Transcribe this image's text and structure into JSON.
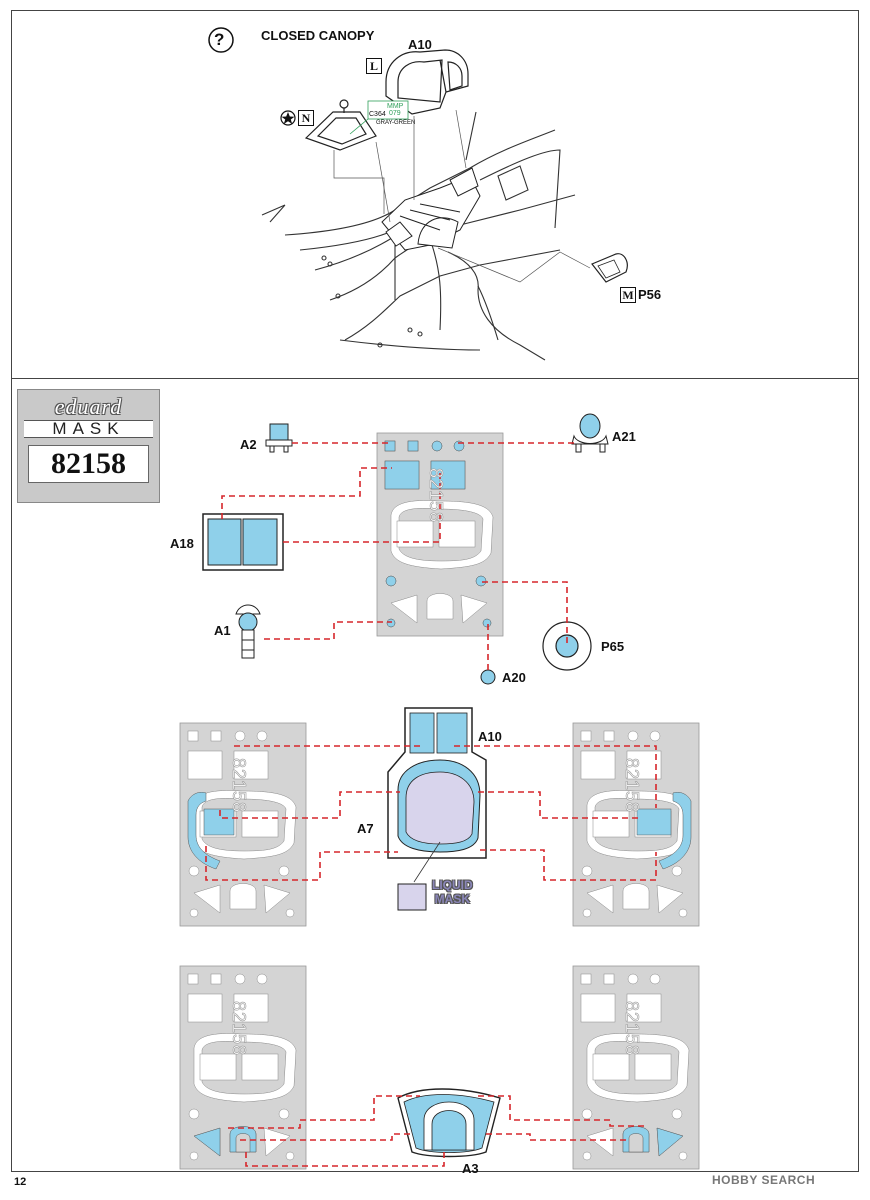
{
  "page": {
    "number": "12",
    "watermark": "HOBBY SEARCH"
  },
  "top_panel": {
    "title": "CLOSED CANOPY",
    "help_symbol": "?",
    "labels": {
      "a10": "A10",
      "p56": "P56",
      "box_l": "L",
      "box_n": "N",
      "box_m": "M"
    },
    "paint_callout": {
      "mmp": "MMP",
      "mmp_num": "079",
      "code": "C364",
      "name": "GRAY-GREEN"
    }
  },
  "mask_panel": {
    "logo": {
      "brand": "eduard",
      "word": "MASK",
      "number": "82158"
    },
    "sheet_number": "82158",
    "part_labels": {
      "a2": "A2",
      "a21": "A21",
      "a18": "A18",
      "a1": "A1",
      "a20": "A20",
      "p65": "P65",
      "a10": "A10",
      "a7": "A7",
      "a3": "A3"
    },
    "liquid_mask": {
      "line1": "LIQUID",
      "line2": "MASK"
    }
  },
  "colors": {
    "mask_blue": "#8fd0ea",
    "liquid_purple": "#d8d4ec",
    "sheet_gray": "#d4d4d4",
    "leader_red": "#d6262b"
  }
}
